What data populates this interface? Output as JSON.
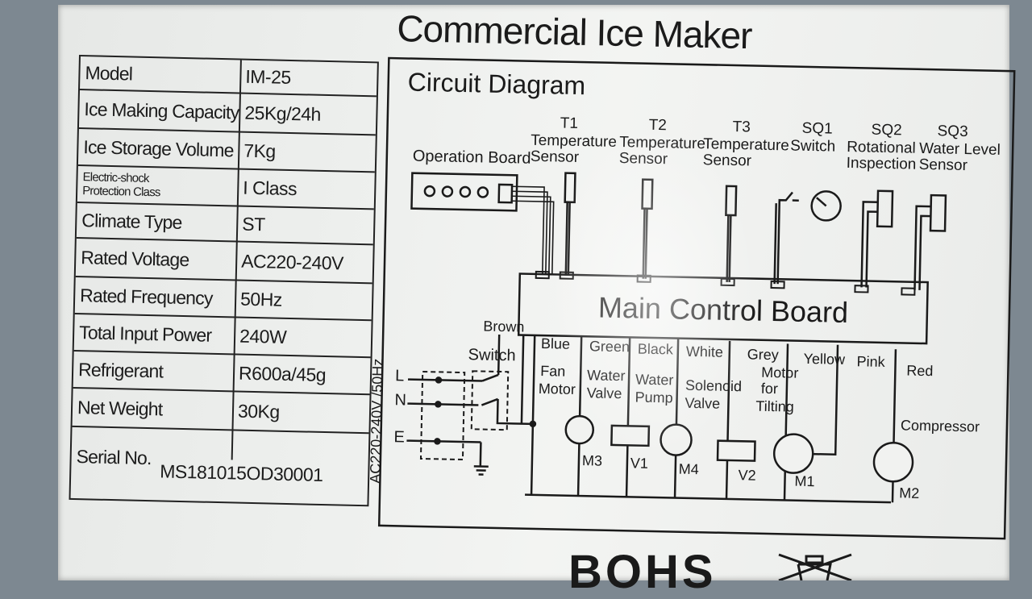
{
  "title": "Commercial Ice Maker",
  "specs": [
    {
      "key": "Model",
      "value": "IM-25"
    },
    {
      "key": "Ice Making Capacity",
      "value": "25Kg/24h"
    },
    {
      "key": "Ice Storage Volume",
      "value": "7Kg"
    },
    {
      "key_line1": "Electric-shock",
      "key_line2": "Protection Class",
      "value": "I Class"
    },
    {
      "key": "Climate Type",
      "value": "ST"
    },
    {
      "key": "Rated Voltage",
      "value": "AC220-240V"
    },
    {
      "key": "Rated Frequency",
      "value": "50Hz"
    },
    {
      "key": "Total Input Power",
      "value": "240W"
    },
    {
      "key": "Refrigerant",
      "value": "R600a/45g"
    },
    {
      "key": "Net Weight",
      "value": "30Kg"
    },
    {
      "key": "Serial No.",
      "value": "MS181015OD30001"
    }
  ],
  "diagram": {
    "title": "Circuit Diagram",
    "operation_board": "Operation Board",
    "t1_code": "T1",
    "t1_l1": "Temperature",
    "t1_l2": "Sensor",
    "t2_code": "T2",
    "t2_l1": "Temperature",
    "t2_l2": "Sensor",
    "t3_code": "T3",
    "t3_l1": "Temperature",
    "t3_l2": "Sensor",
    "sq1_code": "SQ1",
    "sq1_l1": "Switch",
    "sq2_code": "SQ2",
    "sq2_l1": "Rotational",
    "sq2_l2": "Inspection",
    "sq3_code": "SQ3",
    "sq3_l1": "Water Level",
    "sq3_l2": "Sensor",
    "main_board": "Main Control Board",
    "supply": "AC220-240V /50Hz",
    "l": "L",
    "n": "N",
    "e": "E",
    "switch": "Switch",
    "brown": "Brown",
    "blue": "Blue",
    "green": "Green",
    "black": "Black",
    "white": "White",
    "grey": "Grey",
    "yellow": "Yellow",
    "pink": "Pink",
    "red": "Red",
    "fan_l1": "Fan",
    "fan_l2": "Motor",
    "m3": "M3",
    "wv_l1": "Water",
    "wv_l2": "Valve",
    "v1": "V1",
    "wp_l1": "Water",
    "wp_l2": "Pump",
    "m4": "M4",
    "sv_l1": "Solenoid",
    "sv_l2": "Valve",
    "v2": "V2",
    "mt_l1": "Motor",
    "mt_l2": "for",
    "mt_l3": "Tilting",
    "m1": "M1",
    "compressor": "Compressor",
    "m2": "M2"
  },
  "bottom_text": "BOHS"
}
